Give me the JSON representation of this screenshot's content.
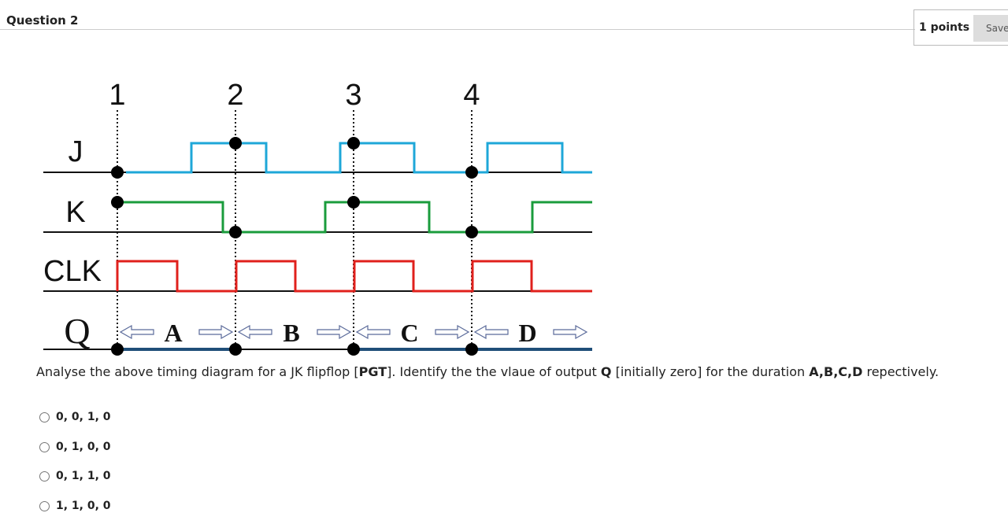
{
  "question": {
    "title": "Question 2",
    "points": "1 points",
    "save_label": "Save"
  },
  "diagram": {
    "clock_labels": [
      "1",
      "2",
      "3",
      "4"
    ],
    "signal_labels": [
      "J",
      "K",
      "CLK",
      "Q"
    ],
    "durations": [
      "A",
      "B",
      "C",
      "D"
    ],
    "colors": {
      "J": "#1ea7d8",
      "K": "#1a9c3c",
      "CLK": "#e0201c",
      "Q": "#1f4e79"
    }
  },
  "prompt": {
    "pre": "Analyse the above timing diagram for a JK flipflop [",
    "b1": "PGT",
    "mid": "]. Identify the the vlaue of output ",
    "b2": "Q",
    "mid2": " [initially zero] for the duration ",
    "b3": "A,B,C,D",
    "post": " repectively."
  },
  "options": [
    "0, 0, 1, 0",
    "0, 1, 0, 0",
    "0, 1, 1, 0",
    "1, 1, 0, 0"
  ]
}
